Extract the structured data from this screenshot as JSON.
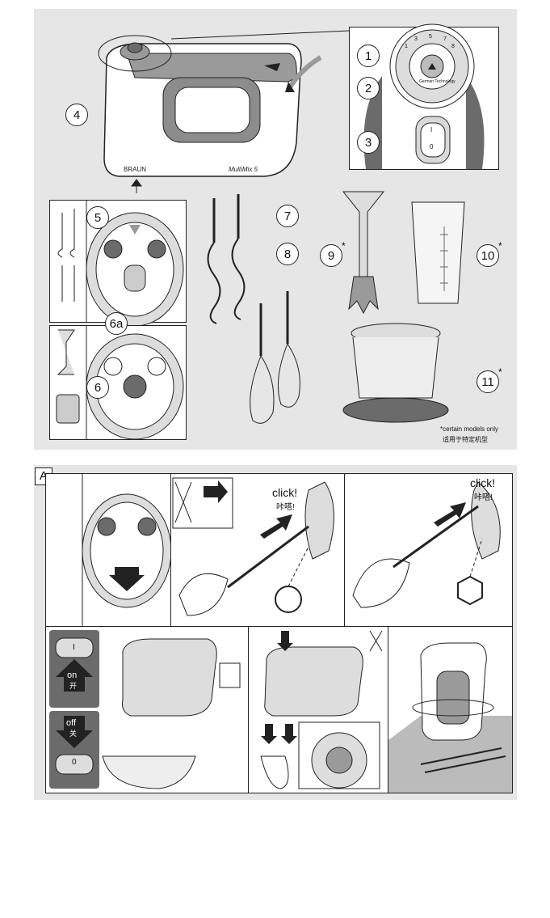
{
  "product": {
    "brand": "BRAUN",
    "model": "MultiMix 5"
  },
  "dial": {
    "scale": [
      "1",
      "3",
      "5",
      "7",
      "8"
    ],
    "center_text": "German Technology",
    "switch_on": "I",
    "switch_off": "0"
  },
  "callouts": [
    "1",
    "2",
    "3",
    "4",
    "5",
    "6a",
    "6",
    "7",
    "8",
    "9",
    "10",
    "11"
  ],
  "asterisk": "*",
  "footnote": {
    "en": "*certain models only",
    "zh": "适用于特定机型"
  },
  "section_a": {
    "label": "A",
    "click_en": "click!",
    "click_zh": "咔嗒!",
    "on_en": "on",
    "on_zh": "开",
    "off_en": "off",
    "off_zh": "关",
    "switch_on": "I",
    "switch_off": "0"
  },
  "colors": {
    "panel_bg": "#e6e6e6",
    "outline": "#222222",
    "dark_gray": "#6b6b6b",
    "mid_gray": "#9a9a9a"
  }
}
